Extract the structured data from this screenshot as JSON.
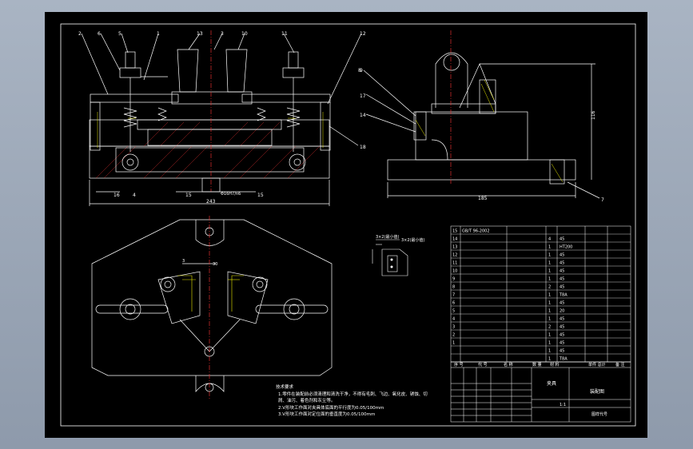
{
  "colors": {
    "background": "#9ba6b6",
    "sheet": "#000000",
    "line": "#ffffff",
    "accent_yellow": "#e8e800",
    "accent_cyan": "#00e0e0",
    "accent_red": "#e03030"
  },
  "front_view": {
    "balloons": [
      "2",
      "6",
      "5",
      "1",
      "13",
      "3",
      "10",
      "11",
      "12",
      "8",
      "18",
      "16",
      "4",
      "15",
      "15"
    ],
    "dim_width": "243",
    "fit_label": "Φ16H7/n6"
  },
  "side_view": {
    "balloons": [
      "9",
      "17",
      "14",
      "7"
    ],
    "dim_width": "185",
    "dim_height": "116"
  },
  "bom": {
    "rows": [
      [
        "15",
        "GB/T 96-2002",
        "",
        ""
      ],
      [
        "14",
        "",
        "4",
        "45"
      ],
      [
        "13",
        "",
        "1",
        "HT200"
      ],
      [
        "12",
        "",
        "1",
        "45"
      ],
      [
        "11",
        "",
        "1",
        "45"
      ],
      [
        "10",
        "",
        "1",
        "45"
      ],
      [
        "9",
        "",
        "1",
        "45"
      ],
      [
        "8",
        "",
        "2",
        "45"
      ],
      [
        "7",
        "",
        "1",
        "T8A"
      ],
      [
        "6",
        "",
        "1",
        "45"
      ],
      [
        "5",
        "",
        "1",
        "20"
      ],
      [
        "4",
        "",
        "1",
        "45"
      ],
      [
        "3",
        "",
        "2",
        "45"
      ],
      [
        "2",
        "",
        "1",
        "45"
      ],
      [
        "1",
        "",
        "1",
        "45"
      ],
      [
        "",
        "",
        "1",
        "45"
      ],
      [
        "",
        "",
        "1",
        "T8A"
      ]
    ],
    "header": [
      "序 号",
      "代 号",
      "名 称",
      "数 量",
      "材 料",
      "单件 总计",
      "备 注"
    ]
  },
  "title_block": {
    "drawing_name": "夹具",
    "assembly": "装配图",
    "scale": "1:1",
    "sheet_code": "图样代号"
  },
  "notes": {
    "heading": "技术要求",
    "lines": [
      "1.零件在装配前必须清理和清洗干净，不得有毛刺、飞边、氧化皮、锈蚀、切",
      "   屑、油污、着色剂和灰尘等。",
      "2.V形块工作面对夹具体底面的平行度为0.05/100mm",
      "3.V形块工作面对定位面的垂直度为0.05/100mm"
    ]
  },
  "detail": {
    "label1": "3×2(最小值)",
    "label2": "3×2(最小值)"
  }
}
